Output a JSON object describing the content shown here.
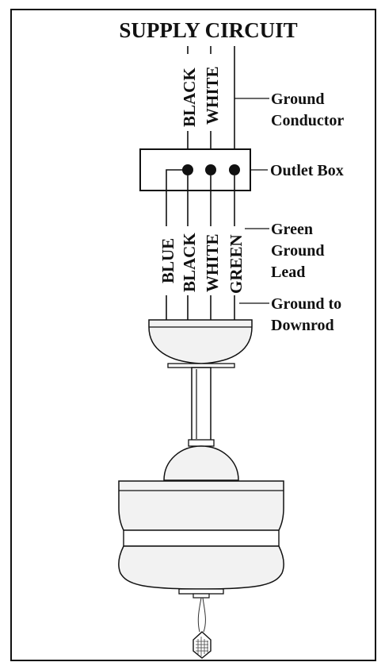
{
  "title": "SUPPLY CIRCUIT",
  "supply_wires": {
    "black": "BLACK",
    "white": "WHITE"
  },
  "fan_wires": {
    "blue": "BLUE",
    "black": "BLACK",
    "white": "WHITE",
    "green": "GREEN"
  },
  "callouts": {
    "ground_conductor": {
      "line1": "Ground",
      "line2": "Conductor"
    },
    "outlet_box": "Outlet Box",
    "green_ground_lead": {
      "line1": "Green",
      "line2": "Ground",
      "line3": "Lead"
    },
    "ground_to_downrod": {
      "line1": "Ground to",
      "line2": "Downrod"
    }
  }
}
